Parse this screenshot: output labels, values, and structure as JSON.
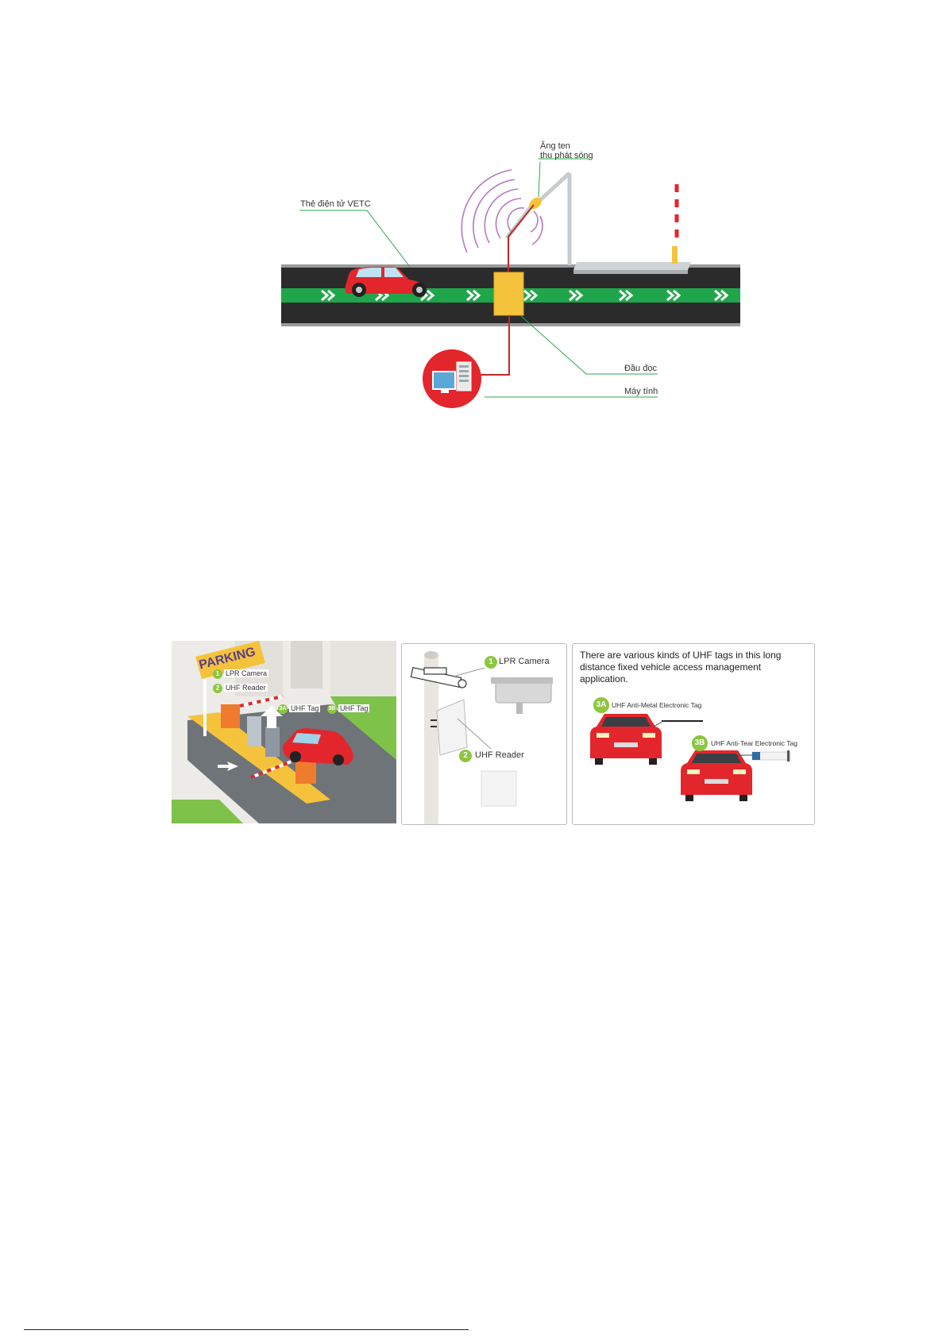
{
  "top_diagram": {
    "antenna_label_line1": "Ăng ten",
    "antenna_label_line2": "thu phát sóng",
    "vetc_label": "Thẻ điện tử VETC",
    "reader_label": "Đầu đọc",
    "computer_label": "Máy tính"
  },
  "parking_panel": {
    "sign": "PARKING",
    "items": [
      {
        "num": "1",
        "label": "LPR Camera"
      },
      {
        "num": "2",
        "label": "UHF Reader"
      },
      {
        "num": "3A",
        "label": "UHF Tag"
      },
      {
        "num": "3B",
        "label": "UHF Tag"
      }
    ]
  },
  "device_panel": {
    "camera_num": "1",
    "camera_label": "LPR Camera",
    "reader_num": "2",
    "reader_label": "UHF Reader"
  },
  "tags_panel": {
    "description": "There are various kinds of UHF tags in this long distance fixed vehicle access management application.",
    "tag_a_num": "3A",
    "tag_a_label": "UHF Anti-Metal Electronic Tag",
    "tag_b_num": "3B",
    "tag_b_label": "UHF Anti-Tear Electronic Tag"
  },
  "colors": {
    "road": "#2b2b2b",
    "lane_green": "#1fa64a",
    "car_red": "#e3262b",
    "reader_yellow": "#f5c33b",
    "badge_green": "#8cc63f",
    "leader_green": "#2aa84a"
  }
}
